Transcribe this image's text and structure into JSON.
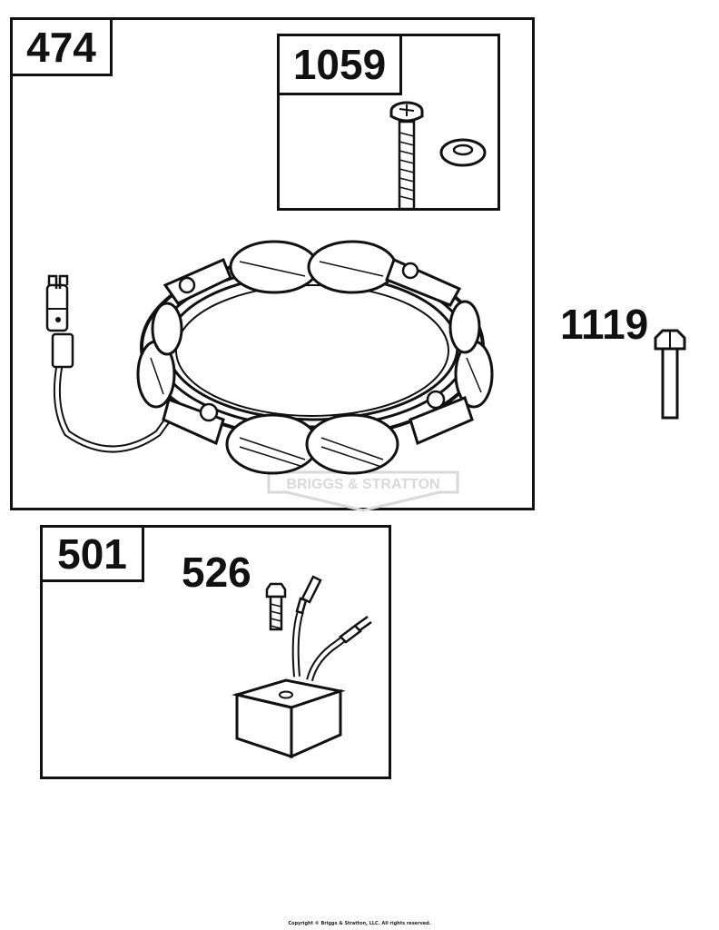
{
  "diagram": {
    "stator_group": {
      "ref": "474"
    },
    "screw_kit_group": {
      "ref": "1059"
    },
    "bolt_part": {
      "ref": "1119"
    },
    "regulator_group": {
      "ref": "501"
    },
    "regulator_screw_part": {
      "ref": "526"
    },
    "watermark": {
      "text": "BRIGGS & STRATTON"
    },
    "copyright": "Copyright © Briggs & Stratton, LLC. All rights reserved."
  },
  "colors": {
    "line": "#111111",
    "background": "#ffffff",
    "watermark": "#d9d9d9"
  },
  "icons": [
    "stator-icon",
    "screw-icon",
    "washer-icon",
    "bolt-icon",
    "regulator-icon"
  ]
}
